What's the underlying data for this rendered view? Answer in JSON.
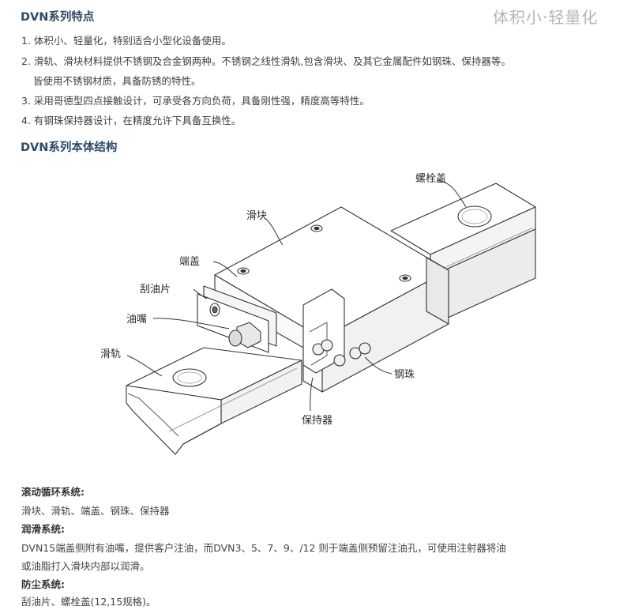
{
  "tagline": "体积小·轻量化",
  "features": {
    "heading": "DVN系列特点",
    "items": [
      "1. 体积小、轻量化，特别适合小型化设备使用。",
      "2. 滑轨、滑块材料提供不锈钢及合金钢两种。不锈钢之线性滑轨,包含滑块、及其它金属配件如钢珠、保持器等。",
      "皆使用不锈钢材质，具备防锈的特性。",
      "3. 采用哥德型四点接触设计，可承受各方向负荷，具备刚性强，精度高等特性。",
      "4. 有钢珠保持器设计，在精度允许下具备互换性。"
    ]
  },
  "structure": {
    "heading": "DVN系列本体结构",
    "labels": {
      "bolt_cap": "螺栓盖",
      "slider": "滑块",
      "end_cap": "端盖",
      "scraper": "刮油片",
      "nozzle": "油嘴",
      "rail": "滑轨",
      "ball": "钢珠",
      "retainer": "保持器"
    }
  },
  "systems": {
    "rolling_title": "滚动循环系统:",
    "rolling_text": "滑块、滑轨、端盖、钢珠、保持器",
    "lube_title": "润滑系统:",
    "lube_text_1": "DVN15端盖侧附有油嘴，提供客户注油，而DVN3、5、7、9、/12 则于端盖侧预留注油孔，可使用注射器将油",
    "lube_text_2": "或油脂打入滑块内部以润滑。",
    "dust_title": "防尘系统:",
    "dust_text": "刮油片、螺栓盖(12,15规格)。"
  },
  "colors": {
    "heading": "#2d4a66",
    "tagline": "#b4b4b4",
    "line": "#333333"
  }
}
